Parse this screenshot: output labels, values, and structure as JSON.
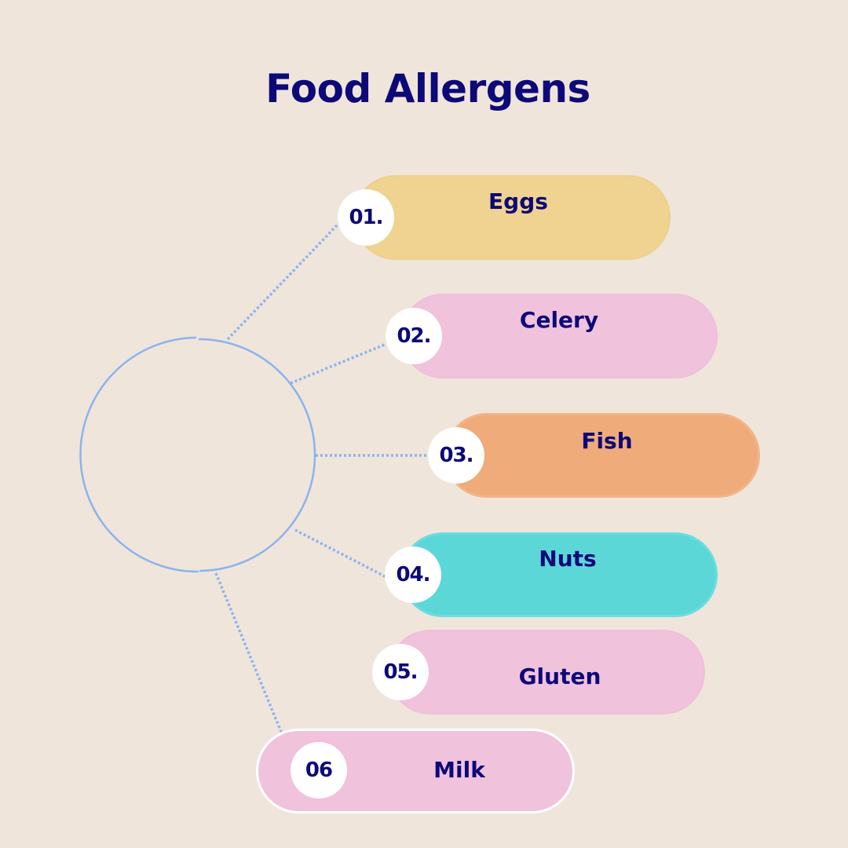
{
  "title": "Food Allergens",
  "colors": {
    "background": "#f0e5db",
    "title": "#0d0978",
    "connector": "#8ab4ee",
    "yellow": "#f0d390",
    "pink": "#f0c2dc",
    "orange": "#efab7a",
    "teal": "#5cd7d8"
  },
  "hub": {
    "label": ""
  },
  "items": [
    {
      "number": "01.",
      "label": "Eggs",
      "color": "#f0d390"
    },
    {
      "number": "02.",
      "label": "Celery",
      "color": "#f0c2dc"
    },
    {
      "number": "03.",
      "label": "Fish",
      "color": "#efab7a"
    },
    {
      "number": "04.",
      "label": "Nuts",
      "color": "#5cd7d8"
    },
    {
      "number": "05.",
      "label": "Gluten",
      "color": "#f0c2dc"
    },
    {
      "number": "06",
      "label": "Milk",
      "color": "#f0c2dc"
    }
  ]
}
